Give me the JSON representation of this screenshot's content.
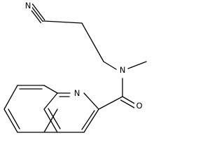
{
  "structure": {
    "atoms": [
      {
        "id": "N_nitrile",
        "label": "N"
      },
      {
        "id": "N_amide",
        "label": "N"
      },
      {
        "id": "O_carbonyl",
        "label": "O"
      },
      {
        "id": "N_ring",
        "label": "N"
      }
    ]
  }
}
